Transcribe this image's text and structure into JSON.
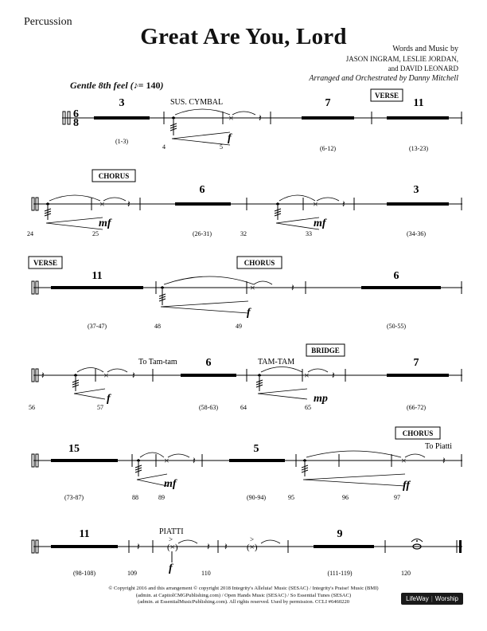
{
  "header": {
    "part": "Percussion",
    "title": "Great Are You, Lord",
    "credit_line1": "Words and Music by",
    "credit_line2": "JASON INGRAM, LESLIE JORDAN,",
    "credit_line3": "and DAVID LEONARD",
    "arranger": "Arranged and Orchestrated by Danny Mitchell",
    "tempo_text": "Gentle 8th feel",
    "tempo_value": "= 140"
  },
  "time_signature": {
    "top": "6",
    "bottom": "8"
  },
  "systems": [
    {
      "rests": [
        {
          "count": "3",
          "range": "(1-3)"
        },
        {
          "count": "7",
          "range": "(6-12)"
        },
        {
          "count": "11",
          "range": "(13-23)"
        }
      ],
      "measure_numbers": [
        "4",
        "5"
      ],
      "rehearsal": [
        "VERSE"
      ],
      "instrument_text": [
        "SUS. CYMBAL"
      ],
      "dynamics": [
        "f"
      ]
    },
    {
      "rests": [
        {
          "count": "6",
          "range": "(26-31)"
        },
        {
          "count": "3",
          "range": "(34-36)"
        }
      ],
      "measure_numbers": [
        "24",
        "25",
        "32",
        "33"
      ],
      "rehearsal": [
        "CHORUS"
      ],
      "instrument_text": [],
      "dynamics": [
        "mf",
        "mf"
      ]
    },
    {
      "rests": [
        {
          "count": "11",
          "range": "(37-47)"
        },
        {
          "count": "6",
          "range": "(50-55)"
        }
      ],
      "measure_numbers": [
        "48",
        "49"
      ],
      "rehearsal": [
        "VERSE",
        "CHORUS"
      ],
      "instrument_text": [],
      "dynamics": [
        "f"
      ]
    },
    {
      "rests": [
        {
          "count": "6",
          "range": "(58-63)"
        },
        {
          "count": "7",
          "range": "(66-72)"
        }
      ],
      "measure_numbers": [
        "56",
        "57",
        "64",
        "65"
      ],
      "rehearsal": [
        "BRIDGE"
      ],
      "instrument_text": [
        "To Tam-tam",
        "TAM-TAM"
      ],
      "dynamics": [
        "f",
        "mp"
      ]
    },
    {
      "rests": [
        {
          "count": "15",
          "range": "(73-87)"
        },
        {
          "count": "5",
          "range": "(90-94)"
        }
      ],
      "measure_numbers": [
        "88",
        "89",
        "95",
        "96",
        "97"
      ],
      "rehearsal": [
        "CHORUS"
      ],
      "instrument_text": [
        "To Piatti"
      ],
      "dynamics": [
        "mf",
        "ff"
      ]
    },
    {
      "rests": [
        {
          "count": "11",
          "range": "(98-108)"
        },
        {
          "count": "9",
          "range": "(111-119)"
        }
      ],
      "measure_numbers": [
        "109",
        "110",
        "120"
      ],
      "rehearsal": [],
      "instrument_text": [
        "PIATTI"
      ],
      "dynamics": [
        "f"
      ]
    }
  ],
  "footer": {
    "copyright_line1": "© Copyright 2016 and this arrangement © copyright 2018 Integrity's Alleluia! Music (SESAC) / Integrity's Praise! Music (BMI)",
    "copyright_line2": "(admin. at CapitolCMGPublishing.com) / Open Hands Music (SESAC) / So Essential Tunes (SESAC)",
    "copyright_line3": "(admin. at EssentialMusicPublishing.com). All rights reserved. Used by permission. CCLI #6460220",
    "logo_left": "LifeWay",
    "logo_right": "Worship"
  }
}
